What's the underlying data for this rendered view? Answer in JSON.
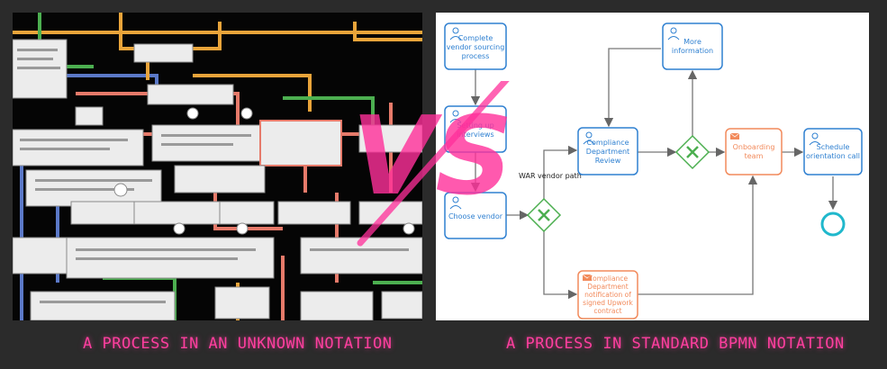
{
  "captions": {
    "left": "A PROCESS IN AN UNKNOWN NOTATION",
    "right": "A PROCESS IN STANDARD BPMN NOTATION"
  },
  "vs_label": "VS",
  "bpmn": {
    "tasks": {
      "complete_vendor": [
        "Complete",
        "vendor sourcing",
        "process"
      ],
      "setting_up": [
        "Setting up",
        "interviews"
      ],
      "choose_vendor": [
        "Choose vendor"
      ],
      "compliance_review": [
        "Compliance",
        "Department",
        "Review"
      ],
      "more_info": [
        "More",
        "information"
      ],
      "onboarding": [
        "Onboarding",
        "team"
      ],
      "schedule": [
        "Schedule",
        "orientation call"
      ],
      "compliance_notification": [
        "Compliance",
        "Department",
        "notification of",
        "signed Upwork",
        "contract"
      ]
    },
    "war_vendor_path": "WAR vendor path"
  },
  "colors": {
    "accent": "#ff3f9f",
    "task_blue": "#2f80d1",
    "task_orange": "#f28a5b",
    "gateway_green": "#4caf50",
    "end_event": "#20b8cc"
  }
}
